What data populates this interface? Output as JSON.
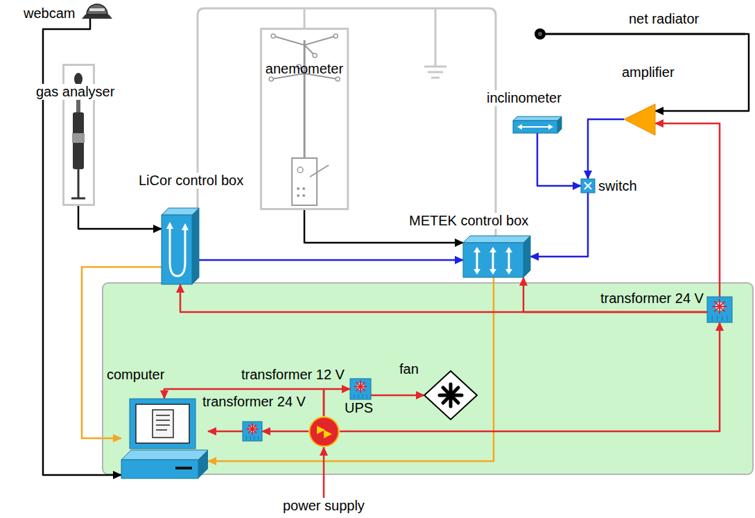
{
  "diagram": {
    "nodes": [
      {
        "text": [
          "webcam"
        ]
      },
      {
        "text": [
          "net radiator"
        ]
      },
      {
        "text": [
          "gas analyser"
        ]
      },
      {
        "text": [
          "anemometer"
        ]
      },
      {
        "text": [
          "amplifier"
        ]
      },
      {
        "text": [
          "inclinometer"
        ]
      },
      {
        "text": [
          "LiCor control box"
        ]
      },
      {
        "text": [
          "switch"
        ]
      },
      {
        "text": [
          "METEK control box"
        ]
      },
      {
        "text": [
          "transformer 24 V"
        ]
      },
      {
        "text": [
          "transformer 12 V"
        ]
      },
      {
        "text": [
          "fan"
        ]
      },
      {
        "text": [
          "computer"
        ]
      },
      {
        "text": [
          "transformer 24 V"
        ]
      },
      {
        "text": [
          "UPS"
        ]
      },
      {
        "text": [
          "power supply"
        ]
      }
    ],
    "edges": [
      {
        "from": 0,
        "to": 12,
        "arrow": "to"
      },
      {
        "from": 2,
        "to": 6,
        "arrow": "to"
      },
      {
        "from": 3,
        "to": 8,
        "arrow": "to"
      },
      {
        "from": 1,
        "to": 4,
        "arrow": "to"
      },
      {
        "from": 4,
        "to": 7,
        "arrow": "to"
      },
      {
        "from": 5,
        "to": 7,
        "arrow": "to"
      },
      {
        "from": 7,
        "to": 8,
        "arrow": "to"
      },
      {
        "from": 6,
        "to": 8,
        "arrow": "to"
      },
      {
        "from": 6,
        "to": 12,
        "arrow": "to"
      },
      {
        "from": 8,
        "to": 12,
        "arrow": "to"
      },
      {
        "from": 15,
        "to": 14,
        "arrow": "to"
      },
      {
        "from": 14,
        "to": 13,
        "arrow": "to"
      },
      {
        "from": 13,
        "to": 12,
        "arrow": "to"
      },
      {
        "from": 14,
        "to": 12,
        "arrow": "to"
      },
      {
        "from": 14,
        "to": 10,
        "arrow": "to"
      },
      {
        "from": 10,
        "to": 11,
        "arrow": "to"
      },
      {
        "from": 14,
        "to": 9,
        "arrow": "to"
      },
      {
        "from": 9,
        "to": 6,
        "arrow": "to"
      },
      {
        "from": 9,
        "to": 8,
        "arrow": "to"
      },
      {
        "from": 9,
        "to": 4,
        "arrow": "to"
      }
    ]
  }
}
